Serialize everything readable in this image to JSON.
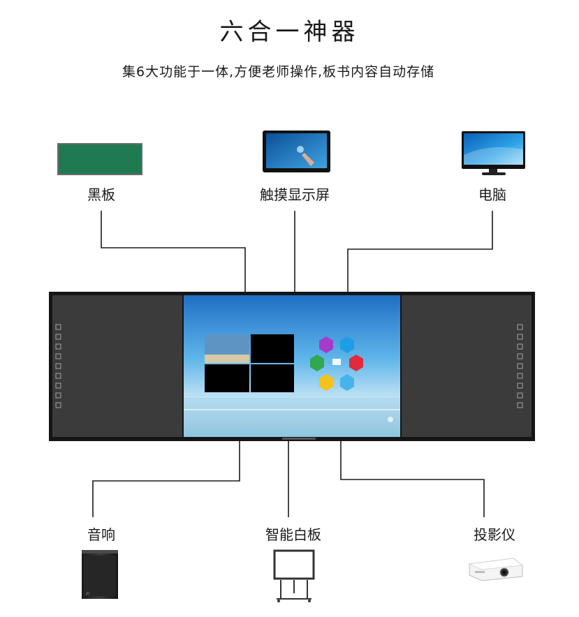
{
  "title": "六合一神器",
  "subtitle": "集6大功能于一体,方便老师操作,板书内容自动存储",
  "devices": {
    "blackboard": "黑板",
    "touch_display": "触摸显示屏",
    "computer": "电脑",
    "speaker": "音响",
    "smart_whiteboard": "智能白板",
    "projector": "投影仪"
  },
  "colors": {
    "line": "#1a1a1a",
    "board_frame": "#151515",
    "board_panel": "#3b3b3b",
    "chalkboard_green": "#1f7a52",
    "screen_sky": "#5fb6ea"
  }
}
